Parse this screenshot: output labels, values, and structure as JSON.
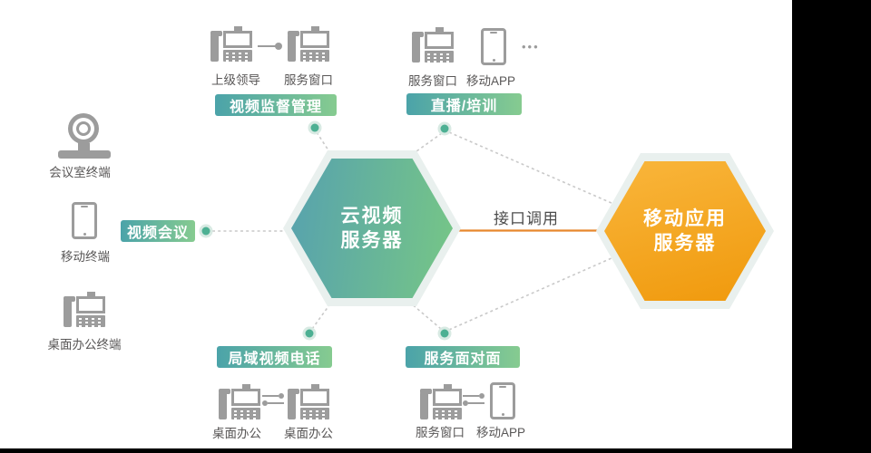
{
  "diagram": {
    "hexagons": {
      "cloud": {
        "title_line1": "云视频",
        "title_line2": "服务器"
      },
      "mobile": {
        "title_line1": "移动应用",
        "title_line2": "服务器"
      }
    },
    "connector_label": "接口调用",
    "pills": {
      "supervision": "视频监督管理",
      "live": "直播/培训",
      "meeting": "视频会议",
      "lan_phone": "局域视频电话",
      "face_to_face": "服务面对面"
    },
    "left_terminals": [
      {
        "icon": "camera-icon",
        "label": "会议室终端"
      },
      {
        "icon": "tablet-icon",
        "label": "移动终端"
      },
      {
        "icon": "desk-phone-icon",
        "label": "桌面办公终端"
      }
    ],
    "top_left_group": {
      "icons": [
        "desk-phone-icon",
        "arrow-right-icon",
        "desk-phone-icon"
      ],
      "labels": [
        "上级领导",
        "服务窗口"
      ]
    },
    "top_right_group": {
      "icons": [
        "desk-phone-icon",
        "tablet-icon"
      ],
      "labels": [
        "服务窗口",
        "移动APP"
      ],
      "more_indicator": "•••"
    },
    "bottom_left_group": {
      "icons": [
        "desk-phone-icon",
        "exchange-icon",
        "desk-phone-icon"
      ],
      "labels": [
        "桌面办公",
        "桌面办公"
      ]
    },
    "bottom_right_group": {
      "icons": [
        "desk-phone-icon",
        "exchange-icon",
        "tablet-icon"
      ],
      "labels": [
        "服务窗口",
        "移动APP"
      ]
    },
    "colors": {
      "cloud_hex_gradient": [
        "#57a2ae",
        "#76c686"
      ],
      "mobile_hex_gradient": [
        "#f9b63c",
        "#f0990c"
      ],
      "pill_gradient": [
        "#4ba3a9",
        "#86cb90"
      ],
      "connector_line": "#e8872d",
      "dotted_line": "#c9c9c9",
      "node_dot": "#4db093",
      "node_dot_ring": "#d8eae3",
      "hex_glow": "#e9f0ee",
      "icon_gray": "#9c9c9c",
      "caption_text": "#595757",
      "side_bar": "#000000"
    }
  }
}
